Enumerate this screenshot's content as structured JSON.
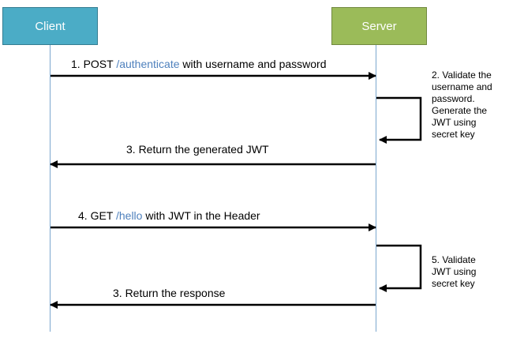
{
  "actors": {
    "client": "Client",
    "server": "Server"
  },
  "colors": {
    "client_box": "#4BACC6",
    "server_box": "#9BBB59",
    "lifeline": "#7BA7CF",
    "path_text": "#4F81BD"
  },
  "messages": [
    {
      "pre": "1. POST ",
      "path": "/authenticate",
      "post": " with username and password",
      "direction": "client-to-server"
    },
    {
      "text": "3. Return the generated JWT",
      "direction": "server-to-client"
    },
    {
      "pre": "4.  GET ",
      "path": "/hello",
      "post": " with JWT in the Header",
      "direction": "client-to-server"
    },
    {
      "text": "3. Return the response",
      "direction": "server-to-client"
    }
  ],
  "notes": [
    {
      "lines": [
        "2. Validate the",
        "username and",
        "password.",
        "Generate the",
        "JWT using",
        "secret key"
      ]
    },
    {
      "lines": [
        "5. Validate",
        "JWT using",
        "secret key"
      ]
    }
  ]
}
